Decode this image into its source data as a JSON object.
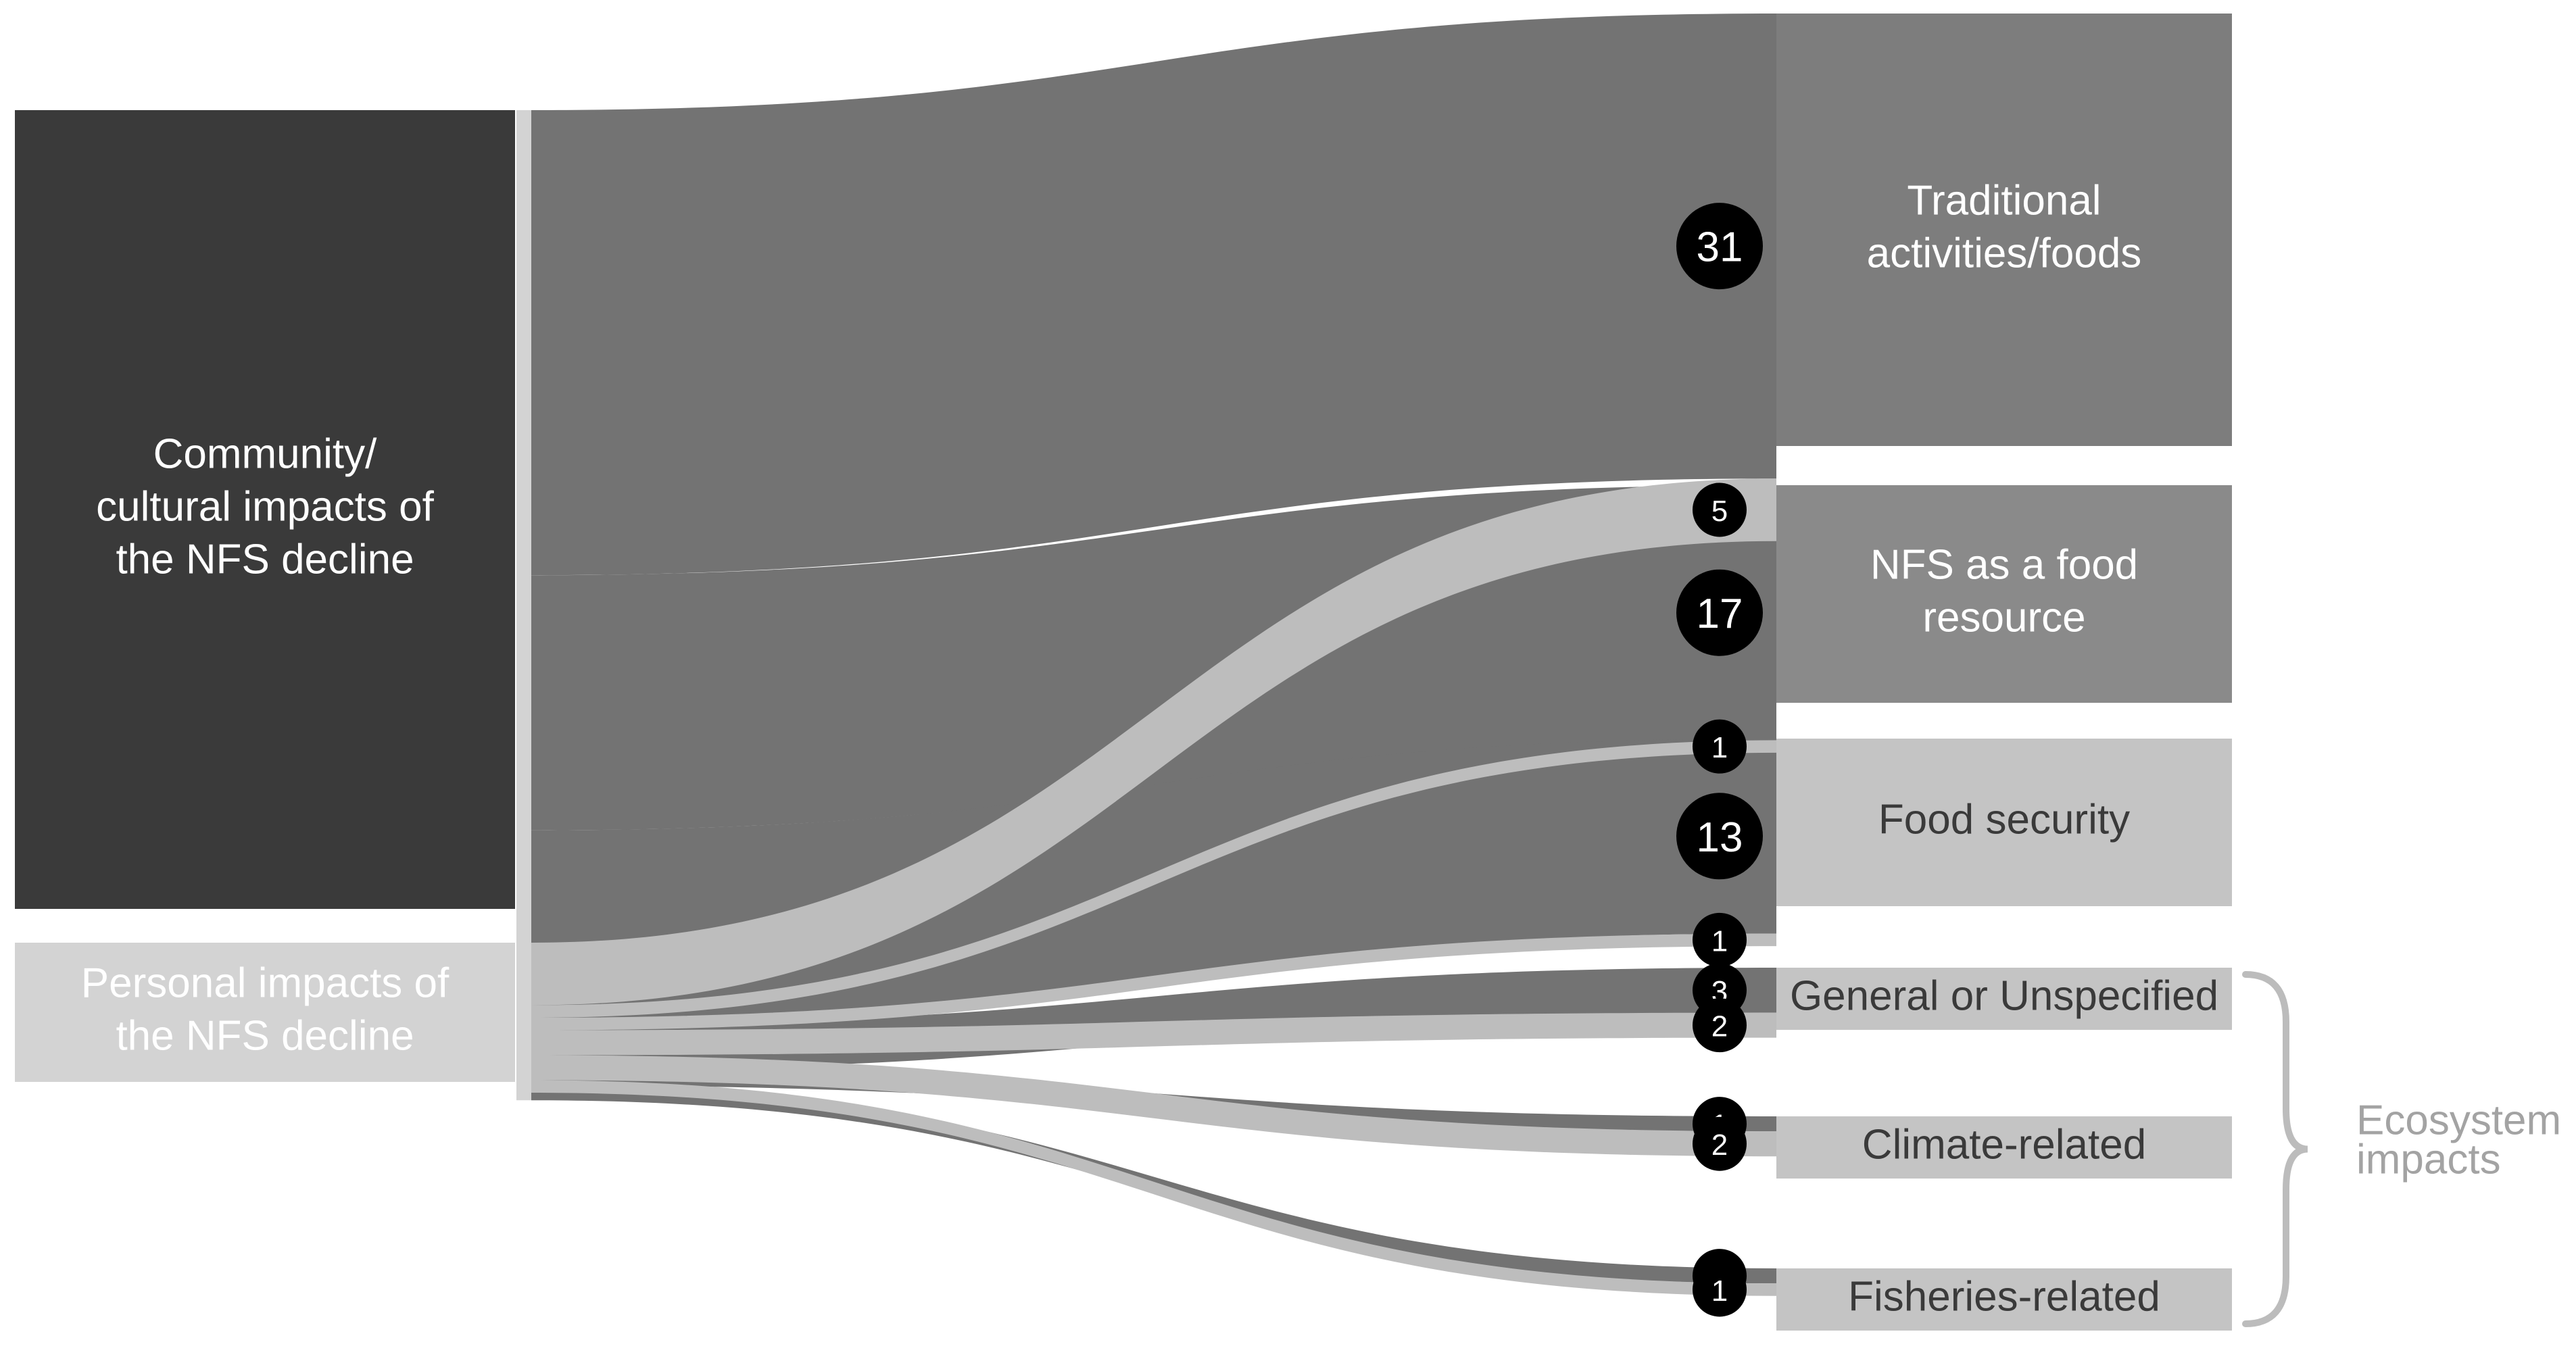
{
  "chart_data": {
    "type": "sankey",
    "sources": [
      {
        "id": "community",
        "label_lines": [
          "Community/",
          "cultural impacts of",
          "the NFS decline"
        ],
        "color": "#3a3a3a",
        "text_color": "#ffffff"
      },
      {
        "id": "personal",
        "label_lines": [
          "Personal impacts of",
          "the NFS decline"
        ],
        "color": "#d3d3d3",
        "text_color": "#ffffff"
      }
    ],
    "targets": [
      {
        "id": "traditional",
        "label_lines": [
          "Traditional",
          "activities/foods"
        ],
        "color": "#7d7d7d",
        "text_color": "#ffffff"
      },
      {
        "id": "food_resource",
        "label_lines": [
          "NFS as a food",
          "resource"
        ],
        "color": "#8a8a8a",
        "text_color": "#ffffff"
      },
      {
        "id": "food_security",
        "label_lines": [
          "Food security"
        ],
        "color": "#c4c4c4",
        "text_color": "#3a3a3a"
      },
      {
        "id": "general",
        "label_lines": [
          "General or Unspecified"
        ],
        "color": "#c4c4c4",
        "text_color": "#3a3a3a"
      },
      {
        "id": "climate",
        "label_lines": [
          "Climate-related"
        ],
        "color": "#c4c4c4",
        "text_color": "#3a3a3a"
      },
      {
        "id": "fisheries",
        "label_lines": [
          "Fisheries-related"
        ],
        "color": "#c4c4c4",
        "text_color": "#3a3a3a"
      }
    ],
    "links": [
      {
        "source": "community",
        "target": "traditional",
        "value": 31
      },
      {
        "source": "personal",
        "target": "traditional",
        "value": 5
      },
      {
        "source": "community",
        "target": "food_resource",
        "value": 17
      },
      {
        "source": "personal",
        "target": "food_resource",
        "value": 1
      },
      {
        "source": "community",
        "target": "food_security",
        "value": 13
      },
      {
        "source": "personal",
        "target": "food_security",
        "value": 1
      },
      {
        "source": "community",
        "target": "general",
        "value": 3
      },
      {
        "source": "personal",
        "target": "general",
        "value": 2
      },
      {
        "source": "community",
        "target": "climate",
        "value": 1
      },
      {
        "source": "personal",
        "target": "climate",
        "value": 2
      },
      {
        "source": "community",
        "target": "fisheries",
        "value": 1
      },
      {
        "source": "personal",
        "target": "fisheries",
        "value": 1
      }
    ],
    "link_colors": {
      "community": "#737373",
      "personal": "#bdbdbd"
    },
    "badge_color": "#000000",
    "group": {
      "label_lines": [
        "Ecosystem",
        "impacts"
      ],
      "members": [
        "general",
        "climate",
        "fisheries"
      ],
      "color": "#bcbcbc"
    }
  }
}
